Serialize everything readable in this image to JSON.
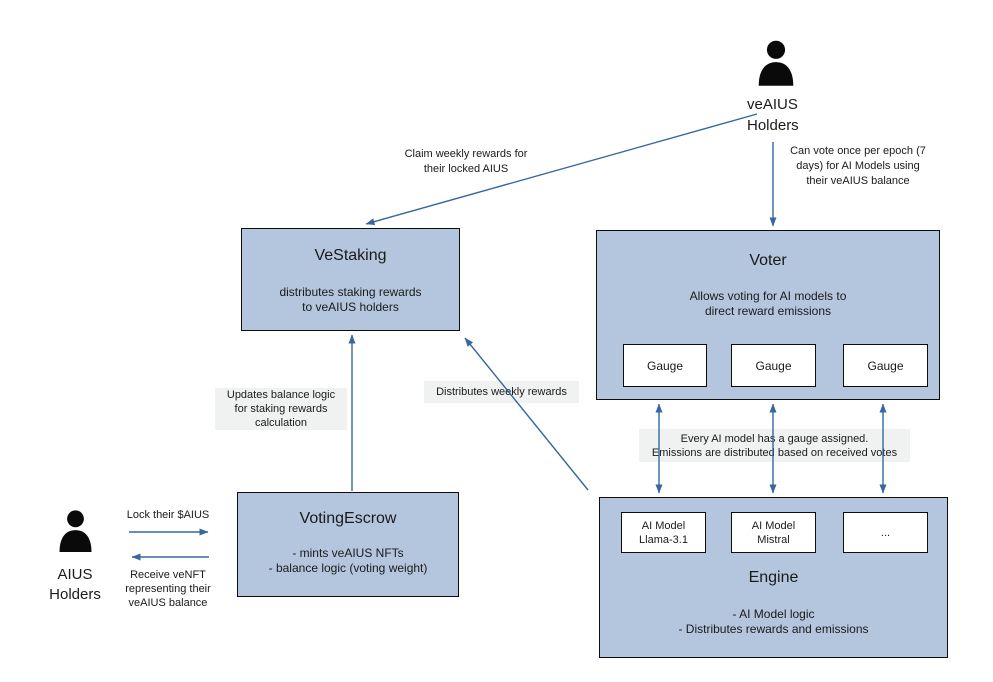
{
  "colors": {
    "node_fill": "#b4c6de",
    "node_border": "#0d0d0d",
    "arrow": "#35689e",
    "note_bg": "#f0f2f2",
    "inner_box_fill": "#ffffff"
  },
  "actors": {
    "veaius": {
      "name": "veAIUS\nHolders"
    },
    "aius": {
      "name": "AIUS\nHolders"
    }
  },
  "nodes": {
    "vestaking": {
      "title": "VeStaking",
      "body": "distributes staking rewards\nto veAIUS holders"
    },
    "voter": {
      "title": "Voter",
      "body": "Allows voting for AI models to\ndirect reward emissions",
      "gauges": [
        "Gauge",
        "Gauge",
        "Gauge"
      ]
    },
    "votingescrow": {
      "title": "VotingEscrow",
      "body": "- mints veAIUS NFTs\n- balance logic (voting weight)"
    },
    "engine": {
      "title": "Engine",
      "body": "- AI Model logic\n- Distributes rewards and emissions",
      "models": [
        "AI Model\nLlama-3.1",
        "AI Model\nMistral",
        "..."
      ]
    }
  },
  "annotations": {
    "claim_rewards": "Claim weekly rewards for\ntheir locked AIUS",
    "vote_rule": "Can vote once per epoch (7\ndays)  for AI Models using\ntheir veAIUS balance",
    "updates_balance": "Updates balance logic\nfor staking rewards\ncalculation",
    "distributes_weekly": "Distributes weekly rewards",
    "gauge_note": "Every AI model has a gauge assigned.\nEmissions are distributed based on received votes",
    "lock_aius": "Lock their $AIUS",
    "receive_venft": "Receive veNFT\nrepresenting their\nveAIUS balance"
  }
}
